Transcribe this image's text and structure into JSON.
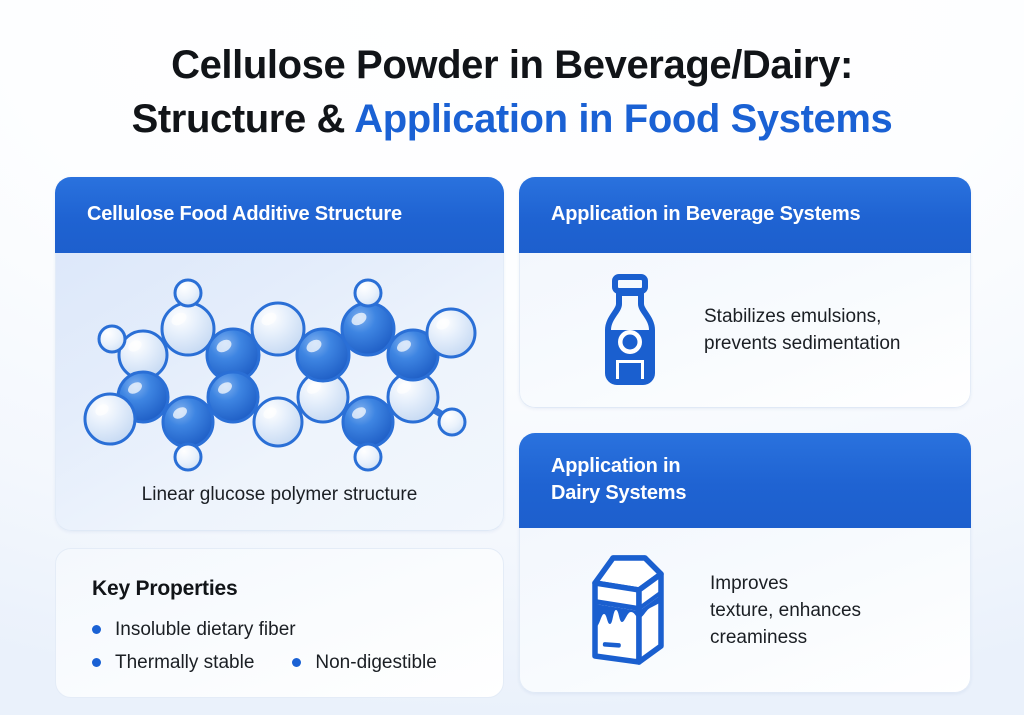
{
  "title": {
    "line1": "Cellulose Powder in Beverage/Dairy:",
    "line2_plain": "Structure & ",
    "line2_accent": "Application in Food Systems"
  },
  "colors": {
    "header_blue": "#1f63d2",
    "accent_blue": "#1a61d4",
    "molecule_dark": "#2a6fd6",
    "molecule_light": "#dbe9f9",
    "text_dark": "#1b1f24",
    "page_bg": "#f3f7fd"
  },
  "cards": {
    "structure": {
      "header": "Cellulose Food Additive Structure",
      "caption": "Linear glucose polymer structure",
      "diagram_name": "cellulose-molecule-diagram"
    },
    "key_properties": {
      "title": "Key Properties",
      "items": [
        "Insoluble dietary fiber",
        "Thermally stable",
        "Non-digestible"
      ]
    },
    "beverage": {
      "header": "Application in Beverage Systems",
      "icon": "milk-bottle-icon",
      "text_line1": "Stabilizes emulsions,",
      "text_line2": "prevents sedimentation"
    },
    "dairy": {
      "header_line1": "Application in",
      "header_line2": "Dairy Systems",
      "icon": "milk-carton-icon",
      "text_line1": "Improves",
      "text_line2": "texture, enhances",
      "text_line3": "creaminess"
    }
  }
}
